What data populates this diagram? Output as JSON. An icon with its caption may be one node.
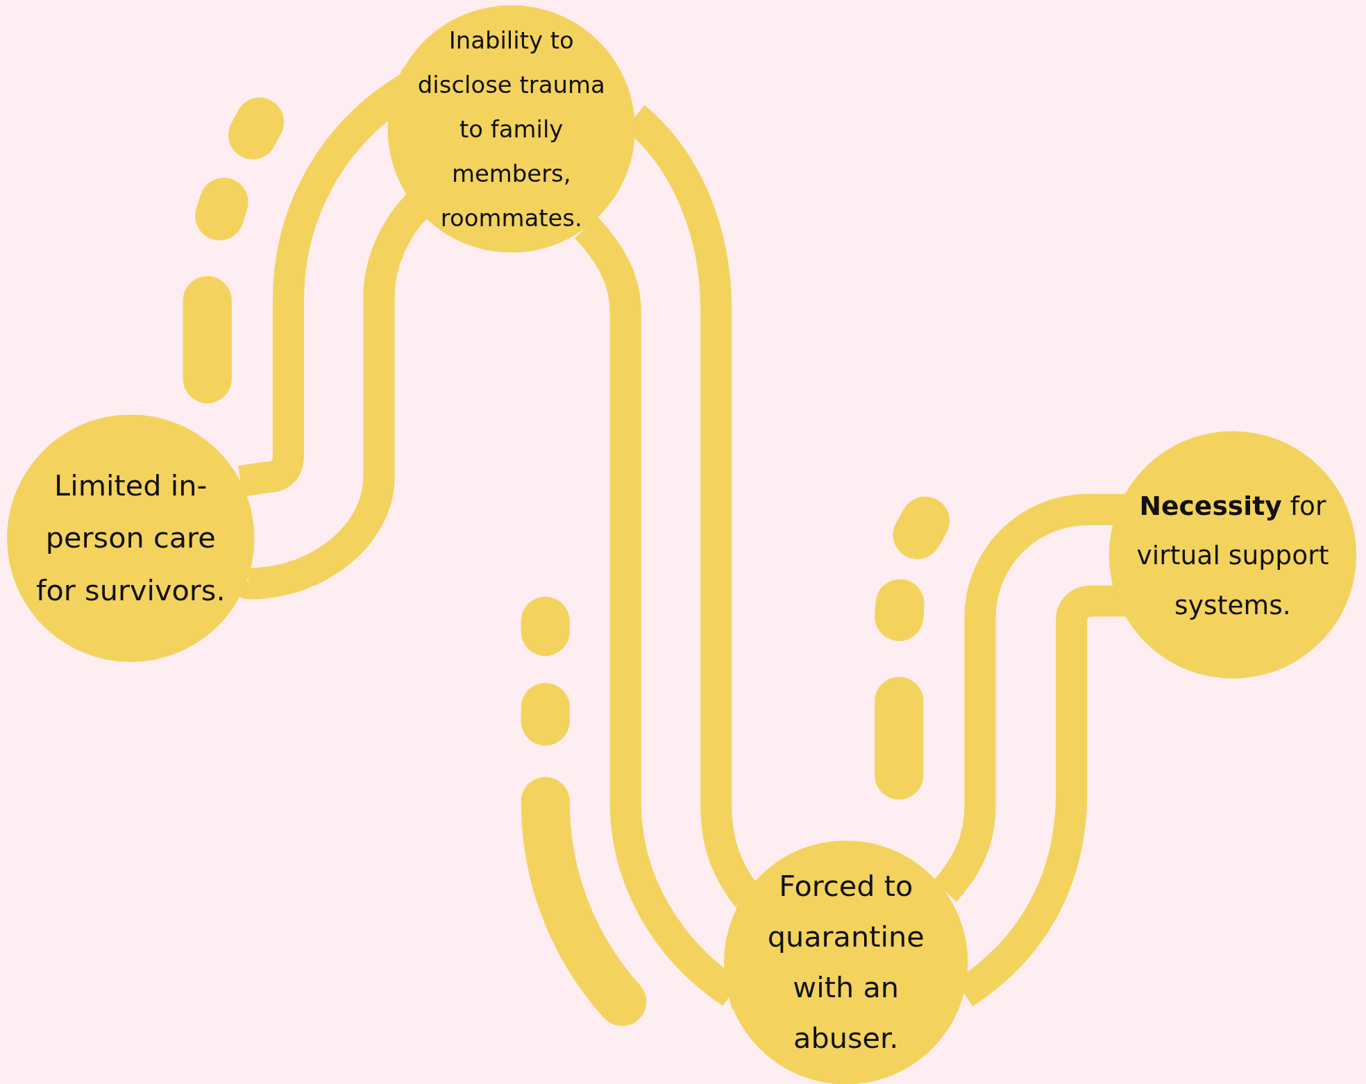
{
  "diagram": {
    "nodes": [
      {
        "text": [
          "Limited in-person care for survivors."
        ]
      },
      {
        "text": [
          "Inability to disclose trauma to family members, roommates."
        ]
      },
      {
        "text": [
          "Forced to quarantine with an abuser."
        ]
      },
      {
        "text": [
          "**Necessity** for virtual support systems."
        ]
      }
    ],
    "edges": [
      {
        "from": 0,
        "to": 1,
        "arrow": "none"
      },
      {
        "from": 0,
        "to": 1,
        "arrow": "none"
      },
      {
        "from": 1,
        "to": 2,
        "arrow": "none"
      },
      {
        "from": 1,
        "to": 2,
        "arrow": "none"
      },
      {
        "from": 2,
        "to": 3,
        "arrow": "none"
      },
      {
        "from": 2,
        "to": 3,
        "arrow": "none"
      }
    ]
  }
}
